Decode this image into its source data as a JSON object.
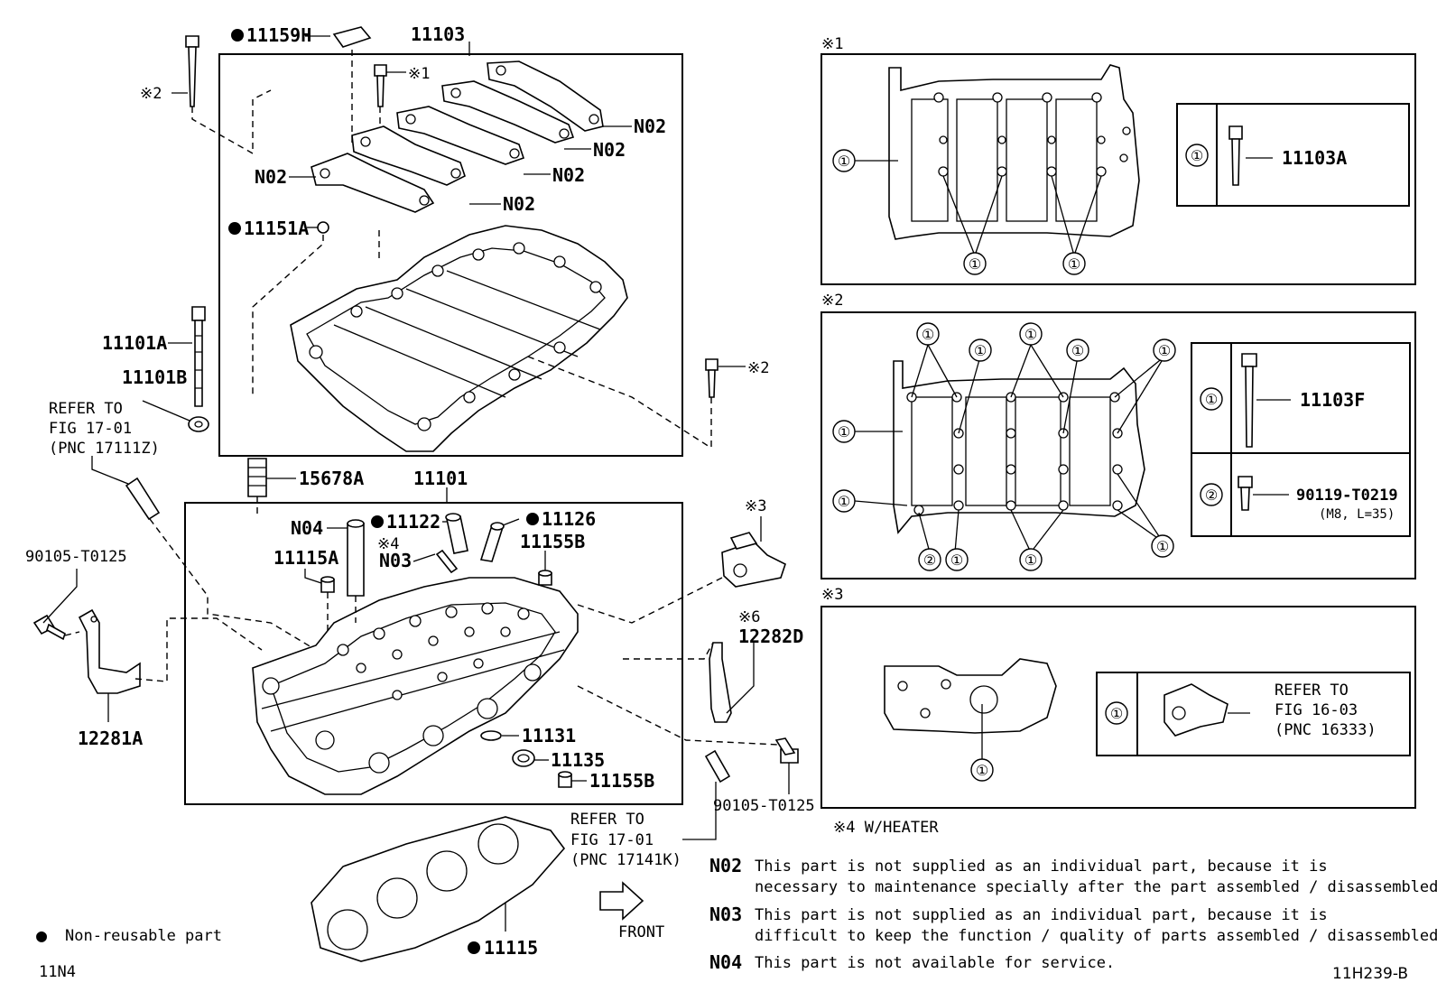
{
  "labels": {
    "p11159H": "11159H",
    "p11103": "11103",
    "note2_top": "※2",
    "note1_bolt": "※1",
    "n02_a": "N02",
    "n02_b": "N02",
    "n02_c": "N02",
    "n02_d": "N02",
    "n02_e": "N02",
    "p11151A": "11151A",
    "p11101A": "11101A",
    "p11101B": "11101B",
    "refer_a_1": "REFER TO",
    "refer_a_2": "FIG 17-01",
    "refer_a_3": "(PNC 17111Z)",
    "note2_side": "※2",
    "p15678A": "15678A",
    "p11101": "11101",
    "note3_side": "※3",
    "n04": "N04",
    "p11122": "11122",
    "p11126": "11126",
    "note4": "※4",
    "n03": "N03",
    "p11155B_a": "11155B",
    "p11115A": "11115A",
    "p90105_a": "90105-T0125",
    "note6": "※6",
    "p12282D": "12282D",
    "p12281A": "12281A",
    "p11131": "11131",
    "p11135": "11135",
    "p11155B_b": "11155B",
    "p90105_b": "90105-T0125",
    "refer_b_1": "REFER TO",
    "refer_b_2": "FIG 17-01",
    "refer_b_3": "(PNC 17141K)",
    "front": "FRONT",
    "p11115": "11115"
  },
  "panel1": {
    "tag": "※1",
    "callout": "①",
    "part": "11103A"
  },
  "panel2": {
    "tag": "※2",
    "callout1": "①",
    "callout2": "②",
    "part1": "11103F",
    "part2": "90119-T0219",
    "part2_spec": "(M8, L=35)"
  },
  "panel3": {
    "tag": "※3",
    "callout": "①",
    "refer_1": "REFER TO",
    "refer_2": "FIG 16-03",
    "refer_3": "(PNC 16333)"
  },
  "footnote4": "※4 W/HEATER",
  "notes": [
    {
      "code": "N02",
      "line1": "This part is not supplied as an individual part, because it is",
      "line2": "necessary to maintenance specially after the part assembled / disassembled."
    },
    {
      "code": "N03",
      "line1": "This part is not supplied as an individual part, because it is",
      "line2": "difficult to keep the function / quality of parts assembled / disassembled."
    },
    {
      "code": "N04",
      "line1": "This part is not available for service.",
      "line2": ""
    }
  ],
  "legend": {
    "symbol": "●",
    "text": "Non-reusable part"
  },
  "corner_left": "11N4",
  "corner_right": "11H239-B"
}
